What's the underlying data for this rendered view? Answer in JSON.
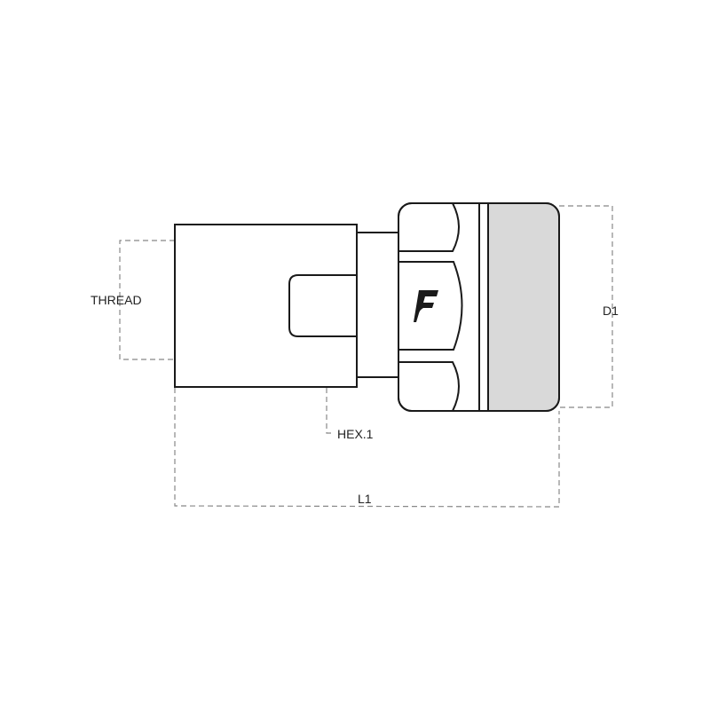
{
  "labels": {
    "thread": "THREAD",
    "hex": "HEX.1",
    "length": "L1",
    "diameter": "D1"
  },
  "logo": {
    "letter": "F"
  },
  "colors": {
    "line": "#1a1a1a",
    "dimension": "#888888",
    "sleeve_fill": "#d9d9d9"
  }
}
